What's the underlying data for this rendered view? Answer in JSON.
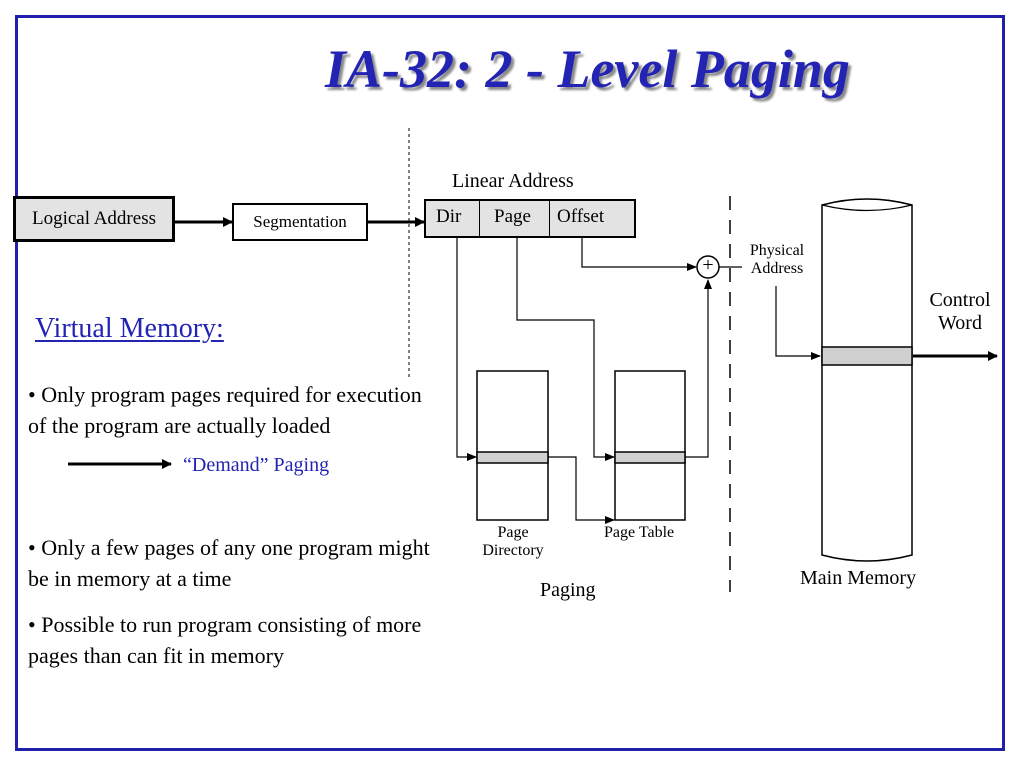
{
  "title": "IA-32: 2 - Level Paging",
  "colors": {
    "accent": "#2323b4",
    "frame": "#1f1fa8",
    "box_fill": "#e3e3e3"
  },
  "diagram": {
    "logical_address": "Logical Address",
    "segmentation": "Segmentation",
    "linear_address": {
      "label": "Linear Address",
      "fields": [
        "Dir",
        "Page",
        "Offset"
      ]
    },
    "adder_symbol": "+",
    "physical_address": [
      "Physical",
      "Address"
    ],
    "control_word": [
      "Control",
      "Word"
    ],
    "page_directory": [
      "Page",
      "Directory"
    ],
    "page_table": "Page Table",
    "paging": "Paging",
    "main_memory": "Main Memory"
  },
  "notes": {
    "heading": "Virtual Memory:",
    "bullets": [
      "• Only program pages required for execution of the program are actually loaded",
      "• Only a few pages of any one program might be in memory at a time",
      "• Possible to run program consisting of more pages than can fit in memory"
    ],
    "demand_paging": "“Demand” Paging"
  }
}
